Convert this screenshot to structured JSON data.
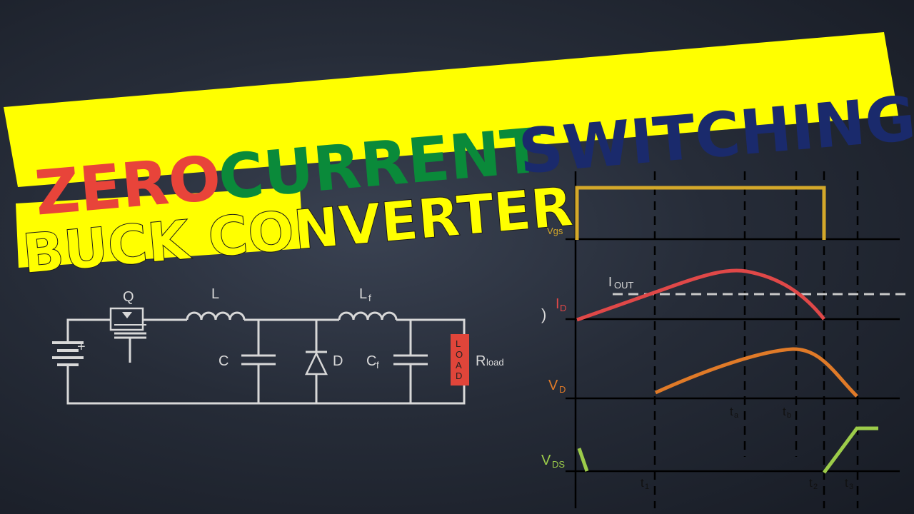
{
  "title": {
    "word1": "ZERO",
    "word2": "CURRENT",
    "word3": "SWITCHING",
    "line2": "BUCK CONVERTER"
  },
  "colors": {
    "banner": "#ffff00",
    "zero": "#e8443a",
    "current": "#0a8a3a",
    "switching": "#1a2a6c",
    "buck": "#ffff00",
    "vgs": "#d4a82a",
    "id": "#e04848",
    "vd": "#e07a28",
    "vds": "#9ccc4a",
    "load": "#e0453a"
  },
  "circuit": {
    "q": "Q",
    "l": "L",
    "lf_main": "L",
    "lf_sub": "f",
    "c": "C",
    "d": "D",
    "cf_main": "C",
    "cf_sub": "f",
    "load": [
      "L",
      "O",
      "A",
      "D"
    ],
    "rload_main": "R",
    "rload_sub": "load",
    "plus": "+"
  },
  "waveforms": {
    "vgs": "Vgs",
    "id_main": "I",
    "id_sub": "D",
    "iout_main": "I",
    "iout_sub": "OUT",
    "vd_main": "V",
    "vd_sub": "D",
    "vds_main": "V",
    "vds_sub": "DS",
    "ta_main": "t",
    "ta_sub": "a",
    "tb_main": "t",
    "tb_sub": "b",
    "t1_main": "t",
    "t1_sub": "1",
    "t2_main": "t",
    "t2_sub": "2",
    "t3_main": "t",
    "t3_sub": "3",
    "paren": ")"
  }
}
